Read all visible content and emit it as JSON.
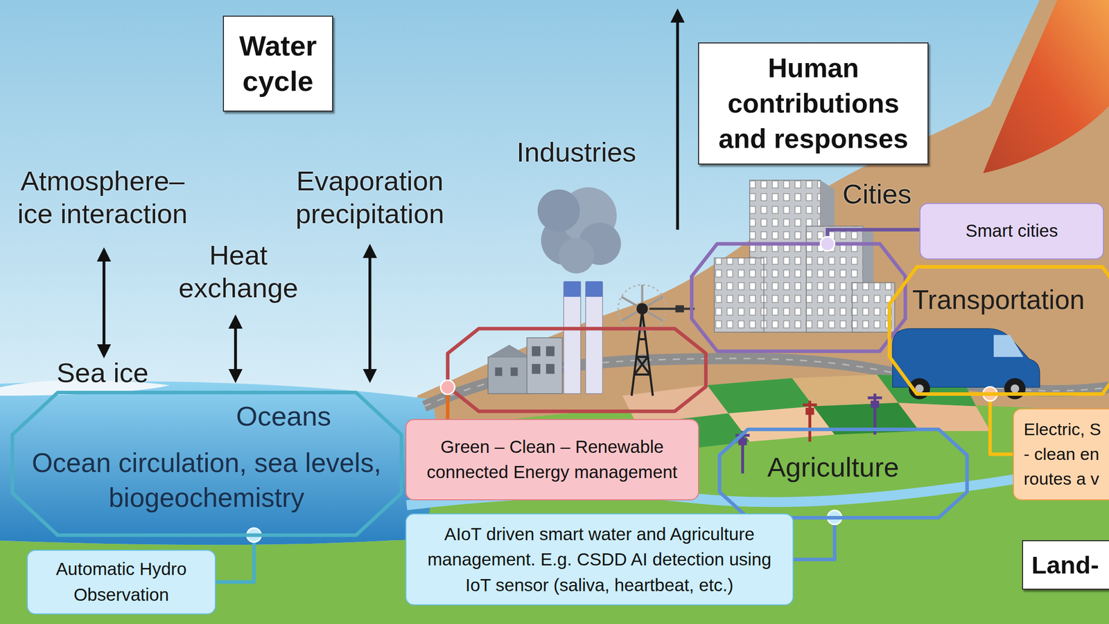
{
  "diagram": {
    "nodes": [
      {
        "text": [
          "Water cycle"
        ]
      },
      {
        "text": [
          "Human contributions and responses"
        ]
      },
      {
        "text": [
          "Smart cities"
        ]
      },
      {
        "text": [
          "Transportation"
        ]
      },
      {
        "text": [
          "Oceans",
          "Ocean circulation, sea levels, biogeochemistry"
        ]
      },
      {
        "text": [
          "Green – Clean – Renewable connected Energy management"
        ]
      },
      {
        "text": [
          "Agriculture"
        ]
      },
      {
        "text": [
          "Electric, S - clean en routes a v"
        ]
      },
      {
        "text": [
          "AIoT driven smart water and Agriculture management. E.g. CSDD AI detection using IoT sensor (saliva, heartbeat, etc.)"
        ]
      },
      {
        "text": [
          "Automatic Hydro Observation"
        ]
      },
      {
        "text": [
          "Land-"
        ]
      }
    ],
    "edges": [
      {
        "from": 4,
        "to": 9,
        "arrow": "none"
      },
      {
        "from": 6,
        "to": 8,
        "arrow": "none"
      },
      {
        "from": 3,
        "to": 7,
        "arrow": "none"
      }
    ],
    "labels": [
      "Atmosphere– ice interaction",
      "Heat exchange",
      "Evaporation precipitation",
      "Industries",
      "Cities",
      "Sea ice"
    ]
  }
}
